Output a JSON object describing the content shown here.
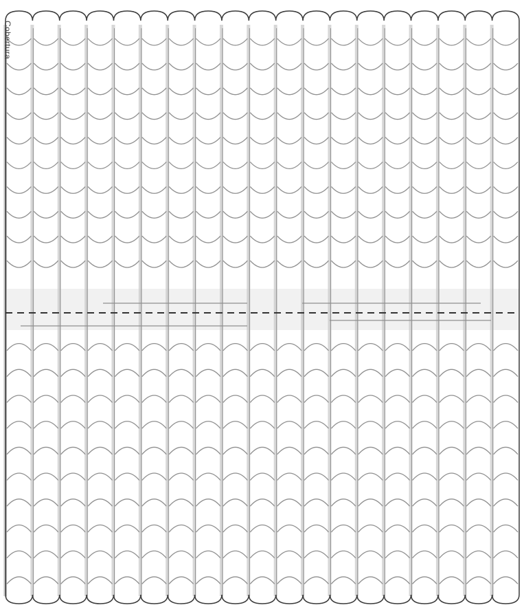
{
  "sheet": {
    "label": "Cobertura",
    "columns": 19,
    "rows_per_half": 10,
    "colors": {
      "outline": "#3a3a3a",
      "tile_edge": "#8f8f8f",
      "stripe": "#c8c8c8",
      "shade": "#e6e6e6",
      "fold_line": "#333333"
    }
  }
}
